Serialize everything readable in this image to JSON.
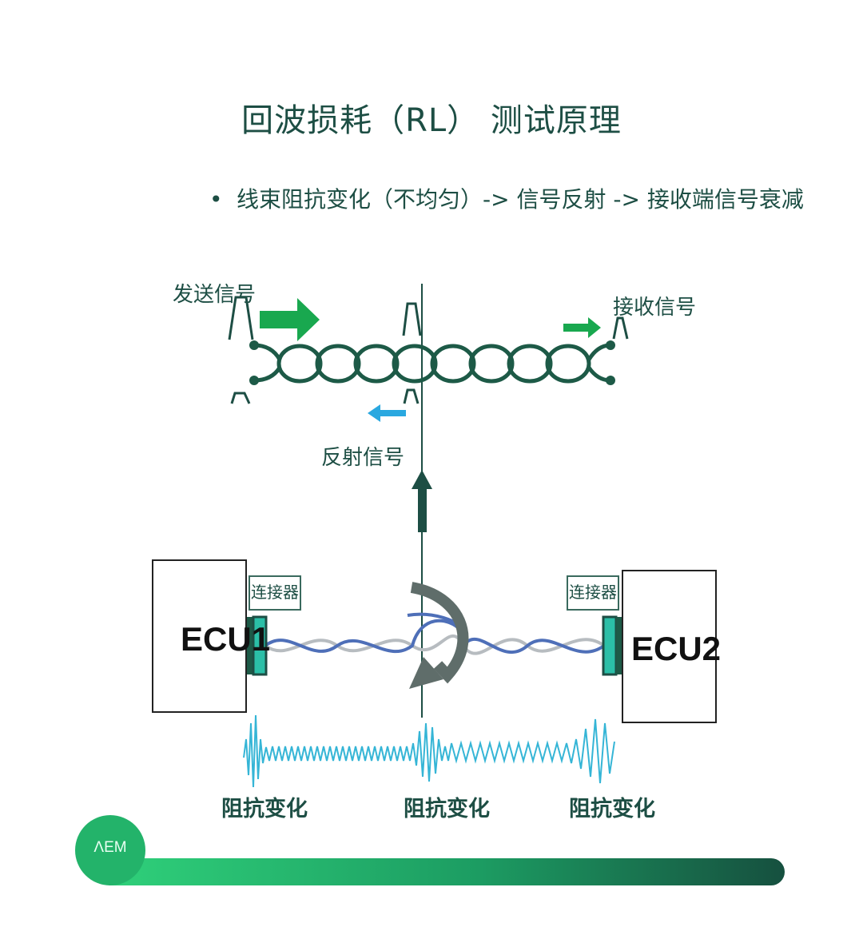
{
  "title": "回波损耗（RL） 测试原理",
  "bullet": {
    "marker": "•",
    "text": "线束阻抗变化（不均匀）-> 信号反射 -> 接收端信号衰减"
  },
  "labels": {
    "send_signal": "发送信号",
    "receive_signal": "接收信号",
    "reflected_signal": "反射信号"
  },
  "ecu": {
    "left": "ECU1",
    "right": "ECU2",
    "connector_left": "连接器",
    "connector_right": "连接器"
  },
  "impedance_labels": [
    "阻抗变化",
    "阻抗变化",
    "阻抗变化"
  ],
  "logo": "ΛEM",
  "colors": {
    "primary_green": "#1d4e44",
    "arrow_green": "#19a84f",
    "reflect_blue": "#2aa8e0",
    "wave_cyan": "#35b5d6",
    "connector_teal": "#2bbfa7"
  }
}
